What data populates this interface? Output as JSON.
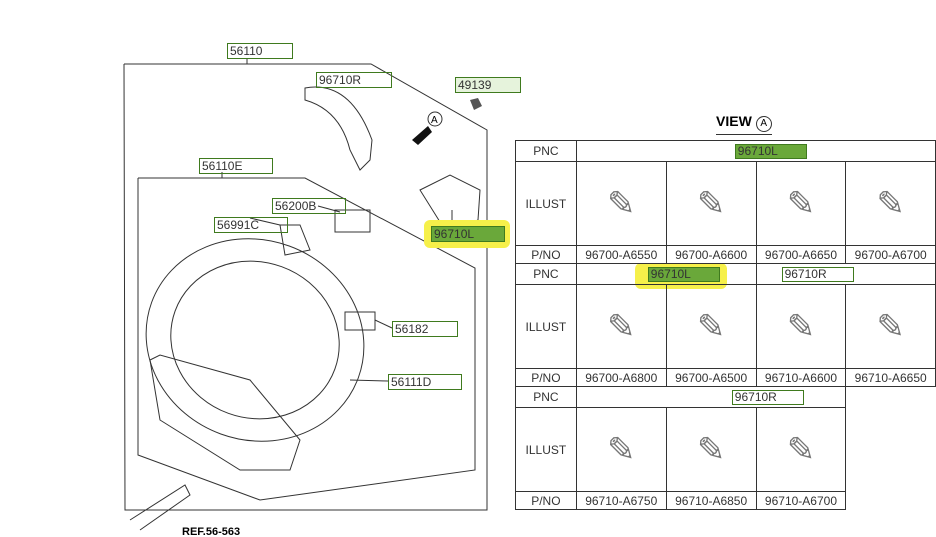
{
  "diagram": {
    "labels": {
      "assembly": "56110",
      "cover_right": "96710R",
      "screw": "49139",
      "wheel_body": "56110E",
      "switch_left": "96710L",
      "harness_b": "56200B",
      "clock_c": "56991C",
      "damper": "56182",
      "wheel_lower": "56111D",
      "view_marker": "A",
      "reference": "REF.56-563"
    }
  },
  "view": {
    "title": "VIEW",
    "marker": "A",
    "row_headers": {
      "pnc": "PNC",
      "illust": "ILLUST",
      "pno": "P/NO"
    },
    "groups": [
      {
        "pnc": [
          {
            "label": "96710L",
            "highlight": false
          }
        ],
        "parts": [
          "96700-A6550",
          "96700-A6600",
          "96700-A6650",
          "96700-A6700"
        ]
      },
      {
        "pnc": [
          {
            "label": "96710L",
            "highlight": true
          },
          {
            "label": "96710R",
            "highlight": false
          }
        ],
        "parts": [
          "96700-A6800",
          "96700-A6500",
          "96710-A6600",
          "96710-A6650"
        ]
      },
      {
        "pnc": [
          {
            "label": "96710R",
            "highlight": false
          }
        ],
        "parts": [
          "96710-A6750",
          "96710-A6850",
          "96710-A6700"
        ]
      }
    ]
  }
}
